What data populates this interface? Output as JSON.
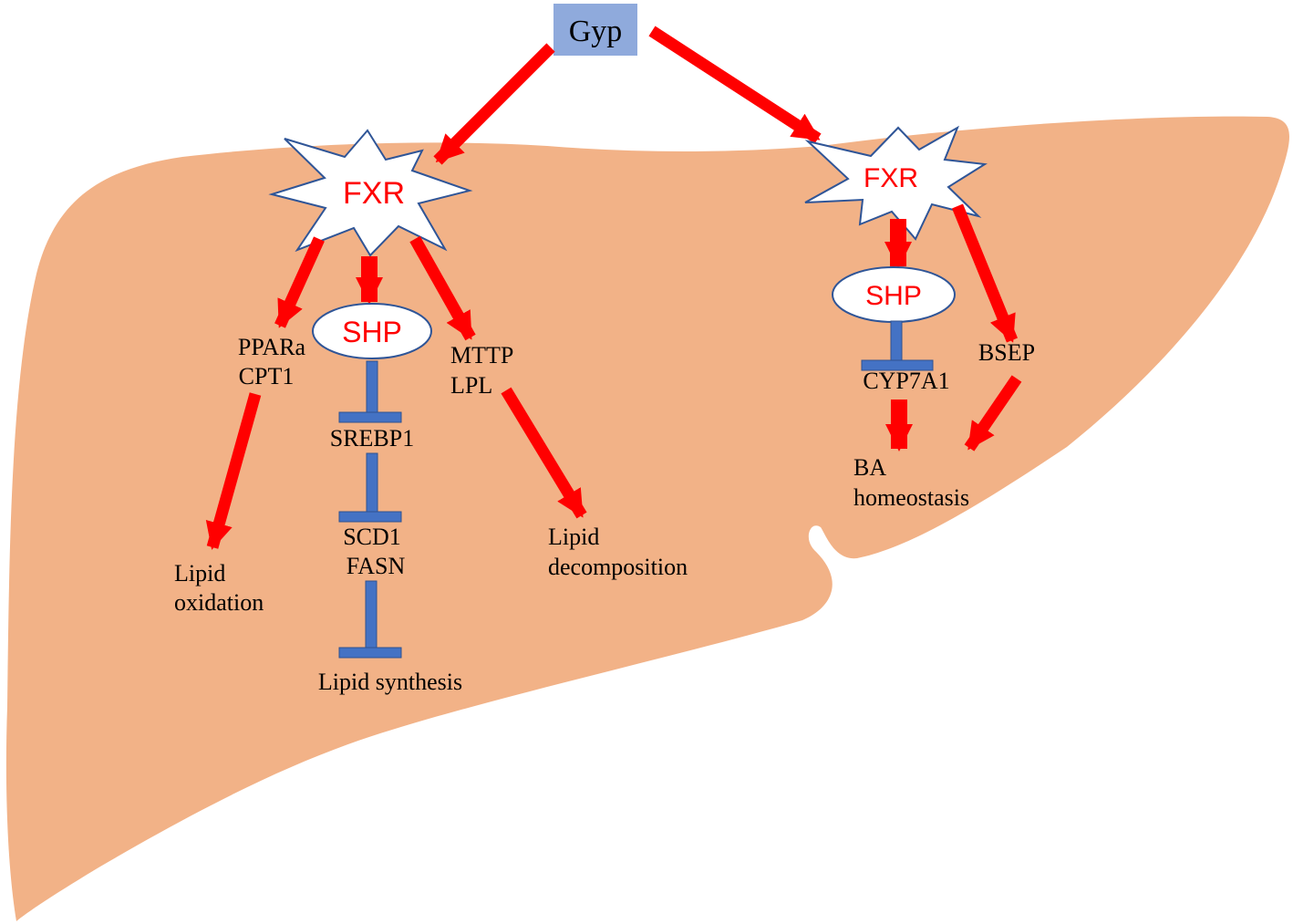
{
  "source": {
    "label": "Gyp"
  },
  "left_branch": {
    "fxr": "FXR",
    "shp": "SHP",
    "ppara": "PPARa",
    "cpt1": "CPT1",
    "lipid_oxidation_1": "Lipid",
    "lipid_oxidation_2": "oxidation",
    "mttp": "MTTP",
    "lpl": "LPL",
    "lipid_decomposition_1": "Lipid",
    "lipid_decomposition_2": "decomposition",
    "srebp1": "SREBP1",
    "scd1": "SCD1",
    "fasn": "FASN",
    "lipid_synthesis": "Lipid synthesis"
  },
  "right_branch": {
    "fxr": "FXR",
    "shp": "SHP",
    "cyp7a1": "CYP7A1",
    "bsep": "BSEP",
    "ba_1": "BA",
    "ba_2": "homeostasis"
  },
  "colors": {
    "liver": "#F2B287",
    "arrow": "#FF0000",
    "inhibit": "#4472C4",
    "inhibit_stroke": "#2F528F",
    "gyp_box": "#8FAADC",
    "node_outline": "#2F5597",
    "node_text": "#FF0000"
  }
}
